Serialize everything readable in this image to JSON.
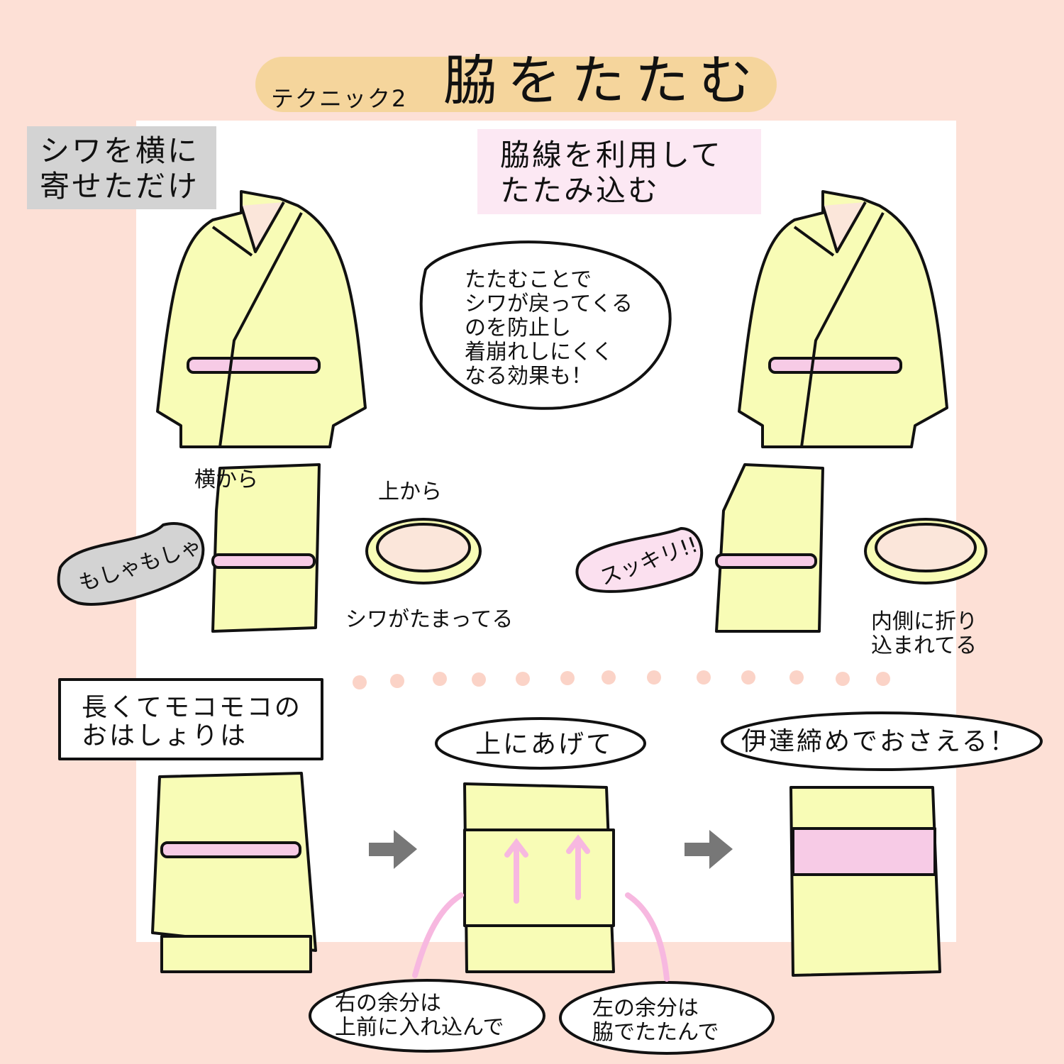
{
  "title": {
    "prefix": "テクニック2",
    "main": "脇をたたむ"
  },
  "labels": {
    "before": "シワを横に\n寄せただけ",
    "after": "脇線を利用して\nたたみ込む",
    "bubble": "たたむことで\nシワが戻ってくる\nのを防止し\n着崩れしにくく\nなる効果も！",
    "side_view": "横から",
    "top_view": "上から",
    "messy": "もしゃもしゃ",
    "wrinkles": "シワがたまってる",
    "clean": "スッキリ!!",
    "folded_in": "内側に折り\n込まれてる",
    "long_ohashori": "長くてモコモコの\nおはしょりは",
    "lift_up": "上にあげて",
    "hold": "伊達締めでおさえる！",
    "right_excess": "右の余分は\n上前に入れ込んで",
    "left_excess": "左の余分は\n脇でたたんで"
  },
  "colors": {
    "background": "#fde0d6",
    "kimono": "#f8fcb6",
    "belt": "#f7cbe6",
    "pill": "#f5d59c",
    "arrow": "#777777"
  }
}
